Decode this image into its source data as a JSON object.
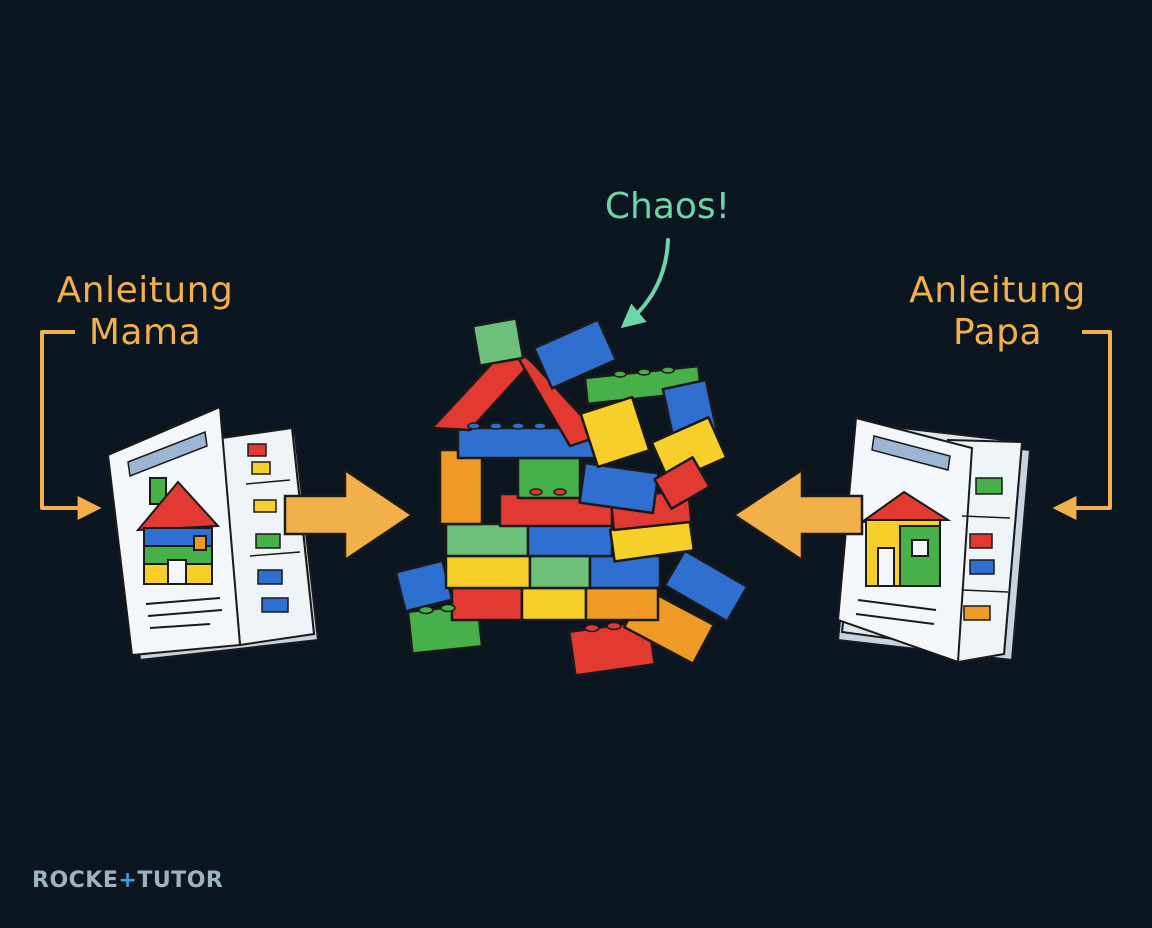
{
  "labels": {
    "left": {
      "line1": "Anleitung",
      "line2": "Mama"
    },
    "right": {
      "line1": "Anleitung",
      "line2": "Papa"
    },
    "center": "Chaos!"
  },
  "brand": {
    "part1": "ROCKE",
    "plus": "+",
    "part2": "TUTOR"
  },
  "colors": {
    "background": "#0c1621",
    "label": "#f2b04a",
    "chaos": "#6fd4a8",
    "brick_red": "#e23a32",
    "brick_blue": "#2f6fd0",
    "brick_green": "#48b048",
    "brick_yellow": "#f6cf2a",
    "brick_orange": "#f09a26",
    "brand": "#9fb2c1",
    "brand_accent": "#3ba0d8"
  },
  "icons": [
    "instruction-booklet-icon",
    "house-icon",
    "brick-icon",
    "arrow-right-icon",
    "arrow-left-icon",
    "connector-arrow-icon"
  ]
}
